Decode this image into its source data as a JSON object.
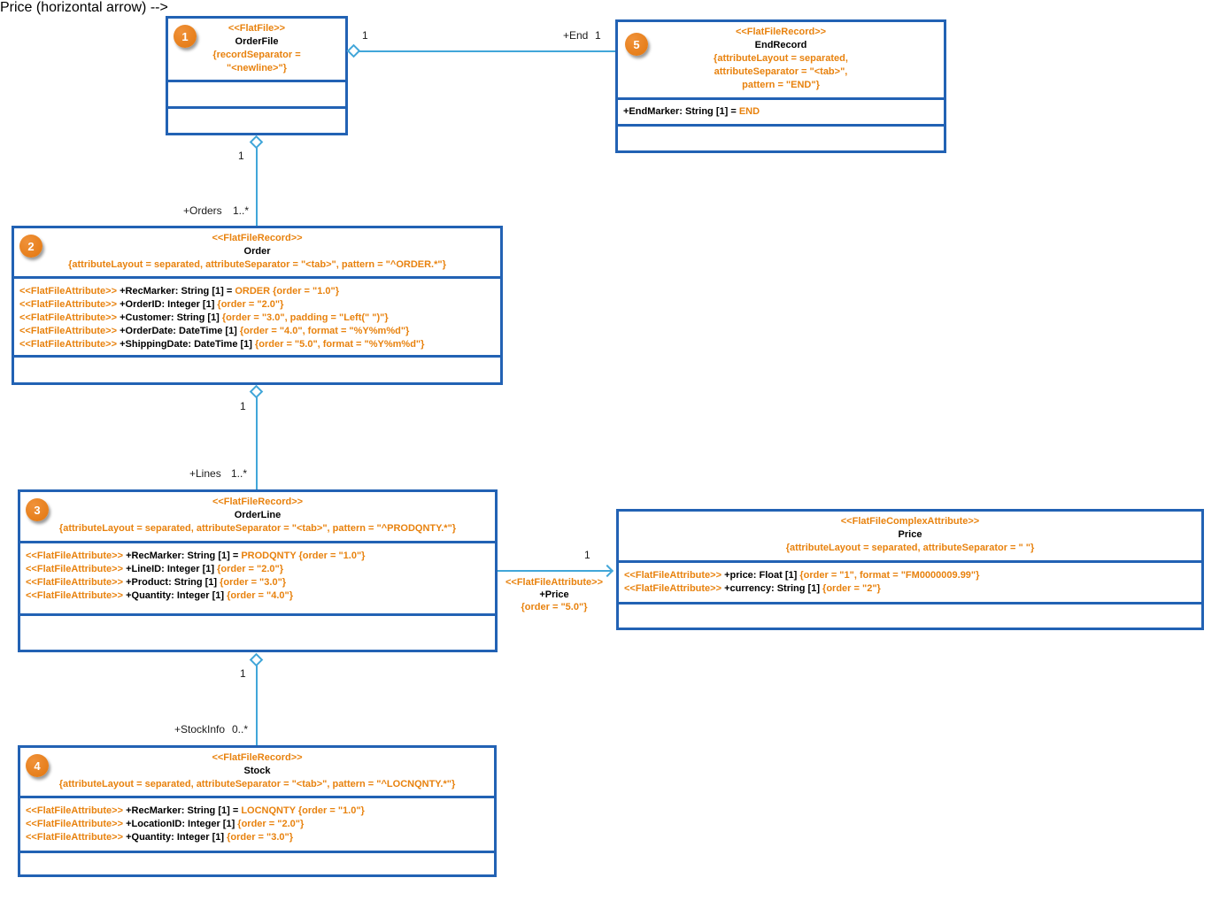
{
  "diagram": {
    "colors": {
      "box_border_blue": "#2262B4",
      "connector_light_blue": "#41A6D9",
      "accent_orange": "#E8820E",
      "badge_orange": "#E8820E",
      "text_black": "#000000"
    },
    "classes": {
      "orderfile": {
        "badge": "1",
        "stereotype": "<<FlatFile>>",
        "name": "OrderFile",
        "tags": [
          "{recordSeparator =",
          "\"<newline>\"}"
        ],
        "attributes": []
      },
      "endrecord": {
        "badge": "5",
        "stereotype": "<<FlatFileRecord>>",
        "name": "EndRecord",
        "tags": [
          "{attributeLayout = separated,",
          "attributeSeparator = \"<tab>\",",
          "pattern = \"END\"}"
        ],
        "attributes": [
          {
            "stereo": "",
            "text": "+EndMarker: String [1] = ",
            "orange": "END"
          }
        ]
      },
      "order": {
        "badge": "2",
        "stereotype": "<<FlatFileRecord>>",
        "name": "Order",
        "tags": [
          "{attributeLayout = separated, attributeSeparator = \"<tab>\", pattern = \"^ORDER.*\"}"
        ],
        "attributes": [
          {
            "stereo": "<<FlatFileAttribute>>",
            "text": " +RecMarker: String [1] = ",
            "orange": "ORDER {order = \"1.0\"}"
          },
          {
            "stereo": "<<FlatFileAttribute>>",
            "text": " +OrderID: Integer [1] ",
            "orange": "{order = \"2.0\"}"
          },
          {
            "stereo": "<<FlatFileAttribute>>",
            "text": " +Customer: String [1] ",
            "orange": "{order = \"3.0\", padding = \"Left(\" \")\"}"
          },
          {
            "stereo": "<<FlatFileAttribute>>",
            "text": " +OrderDate: DateTime [1] ",
            "orange": "{order = \"4.0\", format = \"%Y%m%d\"}"
          },
          {
            "stereo": "<<FlatFileAttribute>>",
            "text": " +ShippingDate: DateTime [1] ",
            "orange": "{order = \"5.0\", format = \"%Y%m%d\"}"
          }
        ]
      },
      "orderline": {
        "badge": "3",
        "stereotype": "<<FlatFileRecord>>",
        "name": "OrderLine",
        "tags": [
          "{attributeLayout = separated, attributeSeparator = \"<tab>\", pattern = \"^PRODQNTY.*\"}"
        ],
        "attributes": [
          {
            "stereo": "<<FlatFileAttribute>>",
            "text": " +RecMarker: String [1] = ",
            "orange": "PRODQNTY {order = \"1.0\"}"
          },
          {
            "stereo": "<<FlatFileAttribute>>",
            "text": " +LineID: Integer [1] ",
            "orange": "{order = \"2.0\"}"
          },
          {
            "stereo": "<<FlatFileAttribute>>",
            "text": " +Product: String [1] ",
            "orange": "{order = \"3.0\"}"
          },
          {
            "stereo": "<<FlatFileAttribute>>",
            "text": " +Quantity: Integer [1] ",
            "orange": "{order = \"4.0\"}"
          }
        ]
      },
      "stock": {
        "badge": "4",
        "stereotype": "<<FlatFileRecord>>",
        "name": "Stock",
        "tags": [
          "{attributeLayout = separated, attributeSeparator = \"<tab>\", pattern = \"^LOCNQNTY.*\"}"
        ],
        "attributes": [
          {
            "stereo": "<<FlatFileAttribute>>",
            "text": " +RecMarker: String [1] = ",
            "orange": "LOCNQNTY {order = \"1.0\"}"
          },
          {
            "stereo": "<<FlatFileAttribute>>",
            "text": " +LocationID: Integer [1] ",
            "orange": "{order = \"2.0\"}"
          },
          {
            "stereo": "<<FlatFileAttribute>>",
            "text": " +Quantity: Integer [1] ",
            "orange": "{order = \"3.0\"}"
          }
        ]
      },
      "price": {
        "badge": "",
        "stereotype": "<<FlatFileComplexAttribute>>",
        "name": "Price",
        "tags": [
          "{attributeLayout = separated, attributeSeparator = \" \"}"
        ],
        "attributes": [
          {
            "stereo": "<<FlatFileAttribute>>",
            "text": " +price: Float [1] ",
            "orange": "{order = \"1\", format = \"FM0000009.99\"}"
          },
          {
            "stereo": "<<FlatFileAttribute>>",
            "text": " +currency: String [1] ",
            "orange": "{order = \"2\"}"
          }
        ]
      }
    },
    "connectors": {
      "file_end": {
        "source_mult": "1",
        "role": "+End",
        "target_mult": "1"
      },
      "file_orders": {
        "source_mult": "1",
        "role": "+Orders",
        "target_mult": "1..*"
      },
      "order_lines": {
        "source_mult": "1",
        "role": "+Lines",
        "target_mult": "1..*"
      },
      "line_stock": {
        "source_mult": "1",
        "role": "+StockInfo",
        "target_mult": "0..*"
      },
      "line_price": {
        "target_mult": "1",
        "stereotype": "<<FlatFileAttribute>>",
        "role": "+Price",
        "tag": "{order = \"5.0\"}"
      }
    }
  }
}
